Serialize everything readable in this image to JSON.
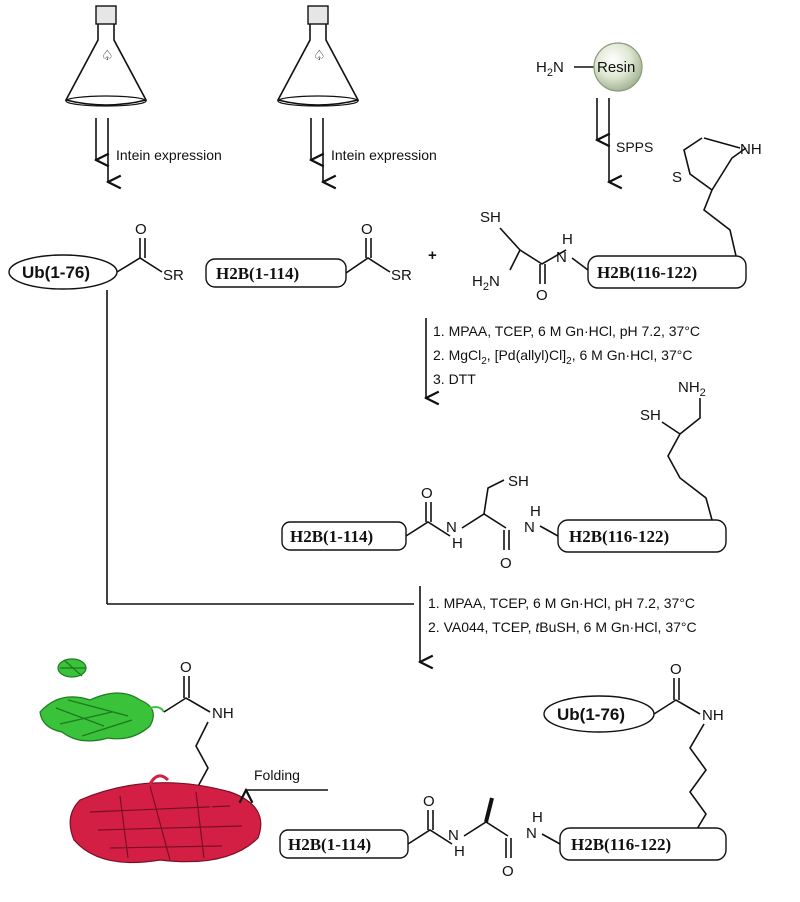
{
  "steps": {
    "intein_1": "Intein expression",
    "intein_2": "Intein expression",
    "spps": "SPPS",
    "folding": "Folding"
  },
  "conditions_1": [
    "1. MPAA, TCEP, 6 M Gn·HCl, pH 7.2, 37°C",
    "2. MgCl",
    "3. DTT"
  ],
  "conditions_1_line2_parts": {
    "sub1": "2",
    "mid": ", [Pd(allyl)Cl]",
    "sub2": "2",
    "tail": ", 6 M Gn·HCl, 37°C"
  },
  "conditions_2": [
    "1. MPAA, TCEP, 6 M Gn·HCl, pH 7.2, 37°C",
    "2. VA044, TCEP, "
  ],
  "conditions_2_line2_parts": {
    "italic": "t",
    "rest": "BuSH, 6 M Gn·HCl, 37°C"
  },
  "peptides": {
    "ub": "Ub(1-76)",
    "h2b_n": "H2B(1-114)",
    "h2b_c": "H2B(116-122)"
  },
  "atoms": {
    "o": "O",
    "sr": "SR",
    "sh": "SH",
    "s": "S",
    "nh": "NH",
    "h": "H",
    "n": "N",
    "h2n": "H",
    "two": "2",
    "nh2_n": "NH",
    "resin": "Resin",
    "plus": "+"
  }
}
